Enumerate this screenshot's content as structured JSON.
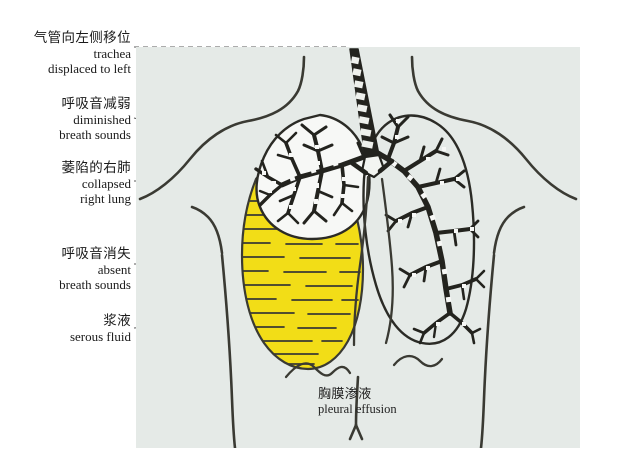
{
  "figure": {
    "type": "medical-illustration",
    "subject": "pleural effusion chest diagram",
    "panel_background": "#e5eae7",
    "effusion_color": "#f2dd17",
    "ink_color": "#2b2b26"
  },
  "annotations": [
    {
      "id": "trachea",
      "cn": "气管向左侧移位",
      "en_line1": "trachea",
      "en_line2": "displaced to left"
    },
    {
      "id": "diminished-breath-sounds",
      "cn": "呼吸音减弱",
      "en_line1": "diminished",
      "en_line2": "breath sounds"
    },
    {
      "id": "collapsed-right-lung",
      "cn": "萎陷的右肺",
      "en_line1": "collapsed",
      "en_line2": "right lung"
    },
    {
      "id": "absent-breath-sounds",
      "cn": "呼吸音消失",
      "en_line1": "absent",
      "en_line2": "breath sounds"
    },
    {
      "id": "serous-fluid",
      "cn": "浆液",
      "en_line1": "serous fluid",
      "en_line2": ""
    }
  ],
  "caption": {
    "cn": "胸膜渗液",
    "en": "pleural effusion"
  }
}
